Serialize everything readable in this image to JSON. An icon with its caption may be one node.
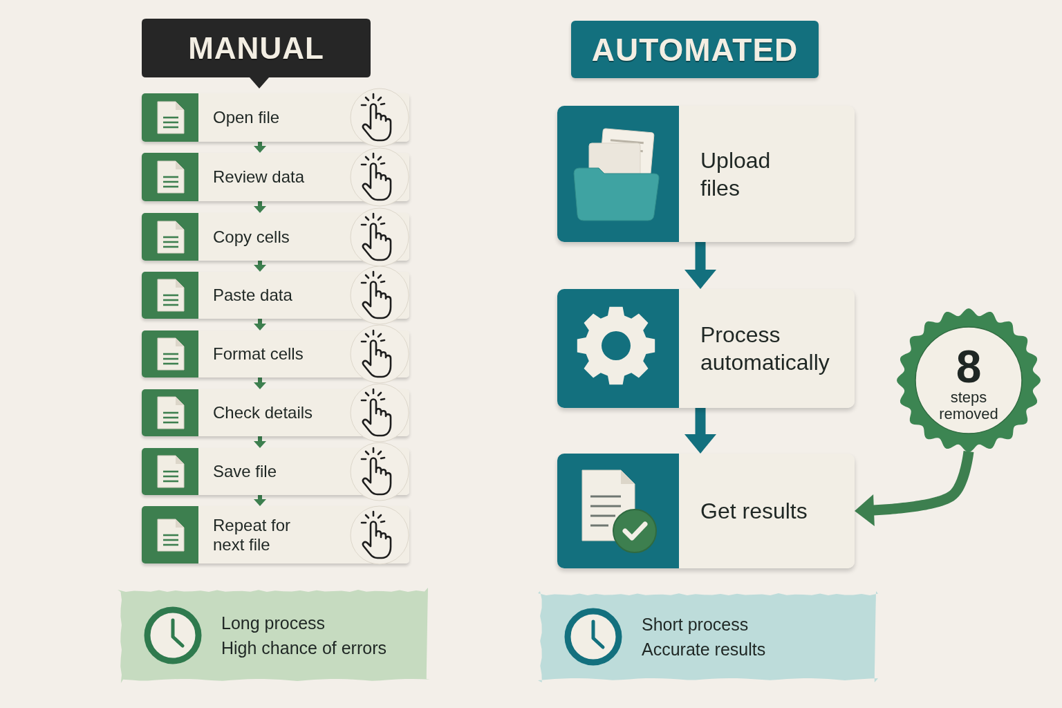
{
  "diagram": {
    "nodes": [
      {
        "text": [
          "MANUAL"
        ]
      },
      {
        "text": [
          "Open file"
        ]
      },
      {
        "text": [
          "Review data"
        ]
      },
      {
        "text": [
          "Copy cells"
        ]
      },
      {
        "text": [
          "Paste data"
        ]
      },
      {
        "text": [
          "Format cells"
        ]
      },
      {
        "text": [
          "Check details"
        ]
      },
      {
        "text": [
          "Save file"
        ]
      },
      {
        "text": [
          "Repeat for next file"
        ]
      },
      {
        "text": [
          "AUTOMATED"
        ]
      },
      {
        "text": [
          "Upload files"
        ]
      },
      {
        "text": [
          "Process automatically"
        ]
      },
      {
        "text": [
          "Get results"
        ]
      },
      {
        "text": [
          "8",
          "steps removed"
        ]
      },
      {
        "text": [
          "Long process",
          "High chance of errors"
        ]
      },
      {
        "text": [
          "Short process",
          "Accurate results"
        ]
      }
    ],
    "edges": [
      {
        "from": 1,
        "to": 2,
        "arrow": "to"
      },
      {
        "from": 2,
        "to": 3,
        "arrow": "to"
      },
      {
        "from": 3,
        "to": 4,
        "arrow": "to"
      },
      {
        "from": 4,
        "to": 5,
        "arrow": "to"
      },
      {
        "from": 5,
        "to": 6,
        "arrow": "to"
      },
      {
        "from": 6,
        "to": 7,
        "arrow": "to"
      },
      {
        "from": 7,
        "to": 8,
        "arrow": "to"
      },
      {
        "from": 10,
        "to": 11,
        "arrow": "to",
        "style": "thick",
        "color": "#13707e"
      },
      {
        "from": 11,
        "to": 12,
        "arrow": "to",
        "style": "thick",
        "color": "#13707e"
      },
      {
        "from": 13,
        "to": 12,
        "arrow": "to",
        "style": "thick"
      }
    ]
  }
}
